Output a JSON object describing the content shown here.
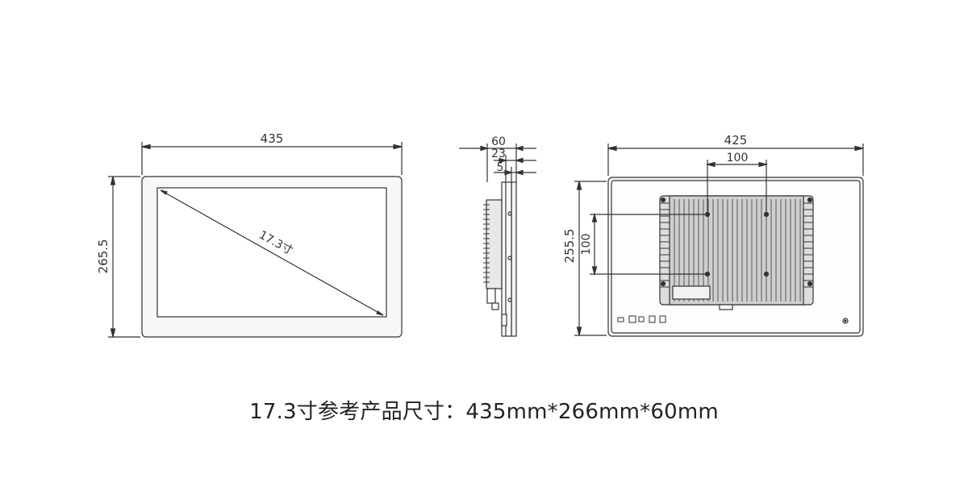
{
  "front_view": {
    "width_label": "435",
    "height_label": "265.5",
    "diagonal_label": "17.3寸"
  },
  "side_view": {
    "depth_label": "60",
    "dim_23_label": "23",
    "dim_5_label": "5"
  },
  "rear_view": {
    "width_label": "425",
    "height_label": "255.5",
    "vesa_h_label": "100",
    "vesa_v_label": "100"
  },
  "caption": "17.3寸参考产品尺寸：435mm*266mm*60mm",
  "colors": {
    "line": "#333333",
    "frame_fill": "#f4f4f4",
    "heatsink_fill": "#dddddd"
  }
}
